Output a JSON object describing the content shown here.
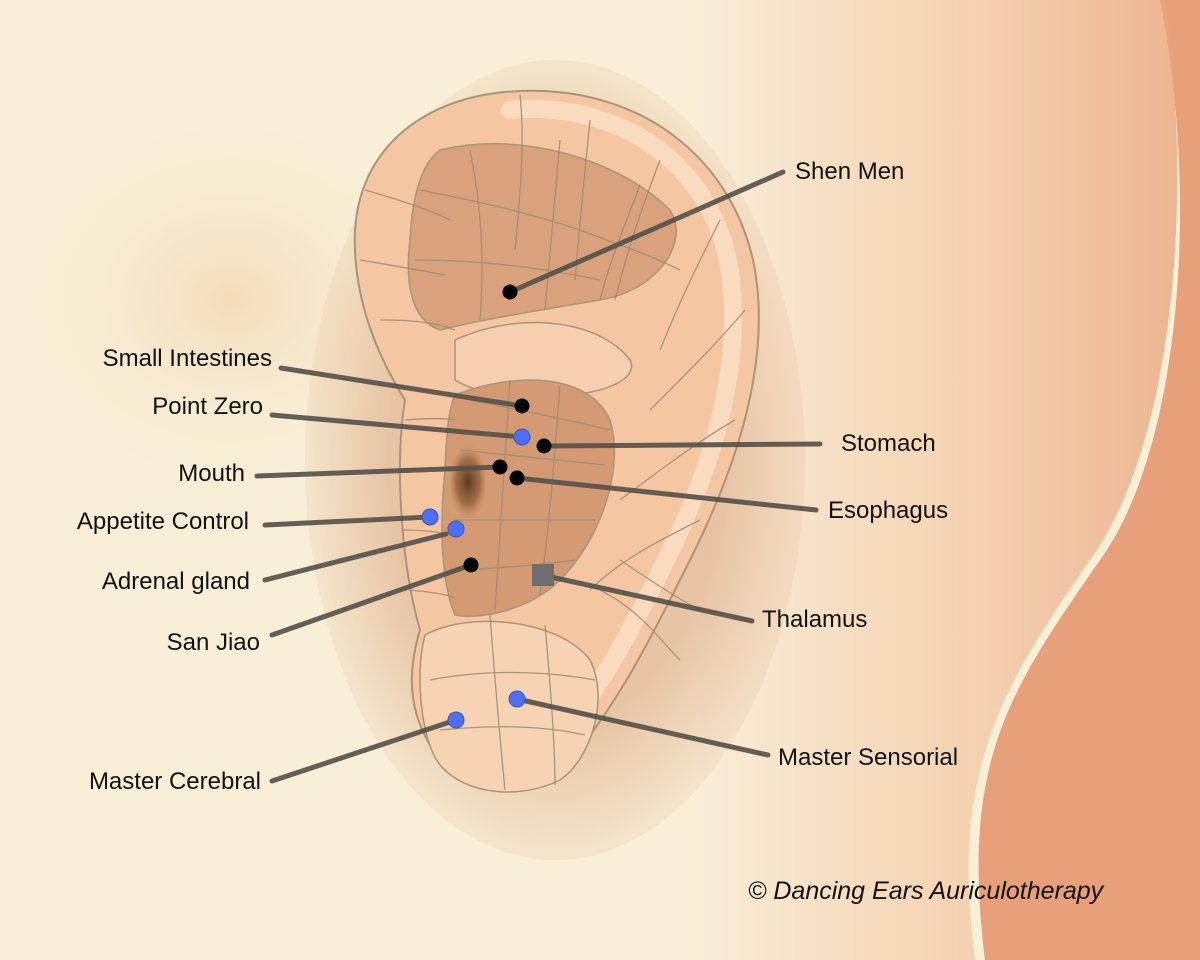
{
  "points": [
    {
      "id": "shen-men",
      "label": "Shen Men",
      "marker": "black-dot"
    },
    {
      "id": "small-intestines",
      "label": "Small Intestines",
      "marker": "black-dot"
    },
    {
      "id": "point-zero",
      "label": "Point Zero",
      "marker": "blue-dot"
    },
    {
      "id": "stomach",
      "label": "Stomach",
      "marker": "black-dot"
    },
    {
      "id": "mouth",
      "label": "Mouth",
      "marker": "black-dot"
    },
    {
      "id": "esophagus",
      "label": "Esophagus",
      "marker": "black-dot"
    },
    {
      "id": "appetite-control",
      "label": "Appetite Control",
      "marker": "blue-dot"
    },
    {
      "id": "adrenal-gland",
      "label": "Adrenal gland",
      "marker": "blue-dot"
    },
    {
      "id": "san-jiao",
      "label": "San Jiao",
      "marker": "black-dot"
    },
    {
      "id": "thalamus",
      "label": "Thalamus",
      "marker": "gray-square"
    },
    {
      "id": "master-sensorial",
      "label": "Master Sensorial",
      "marker": "blue-dot"
    },
    {
      "id": "master-cerebral",
      "label": "Master Cerebral",
      "marker": "blue-dot"
    }
  ],
  "credit": "© Dancing Ears Auriculotherapy",
  "colors": {
    "background": "#f8efd6",
    "skin": "#f3c6a3",
    "concha": "#d6a07b",
    "grid_line": "#9b8b74",
    "leader_line": "#555049",
    "blue_dot": "#4f6ff0",
    "black_dot": "#000000",
    "thalamus_square": "#6e6e6e"
  }
}
